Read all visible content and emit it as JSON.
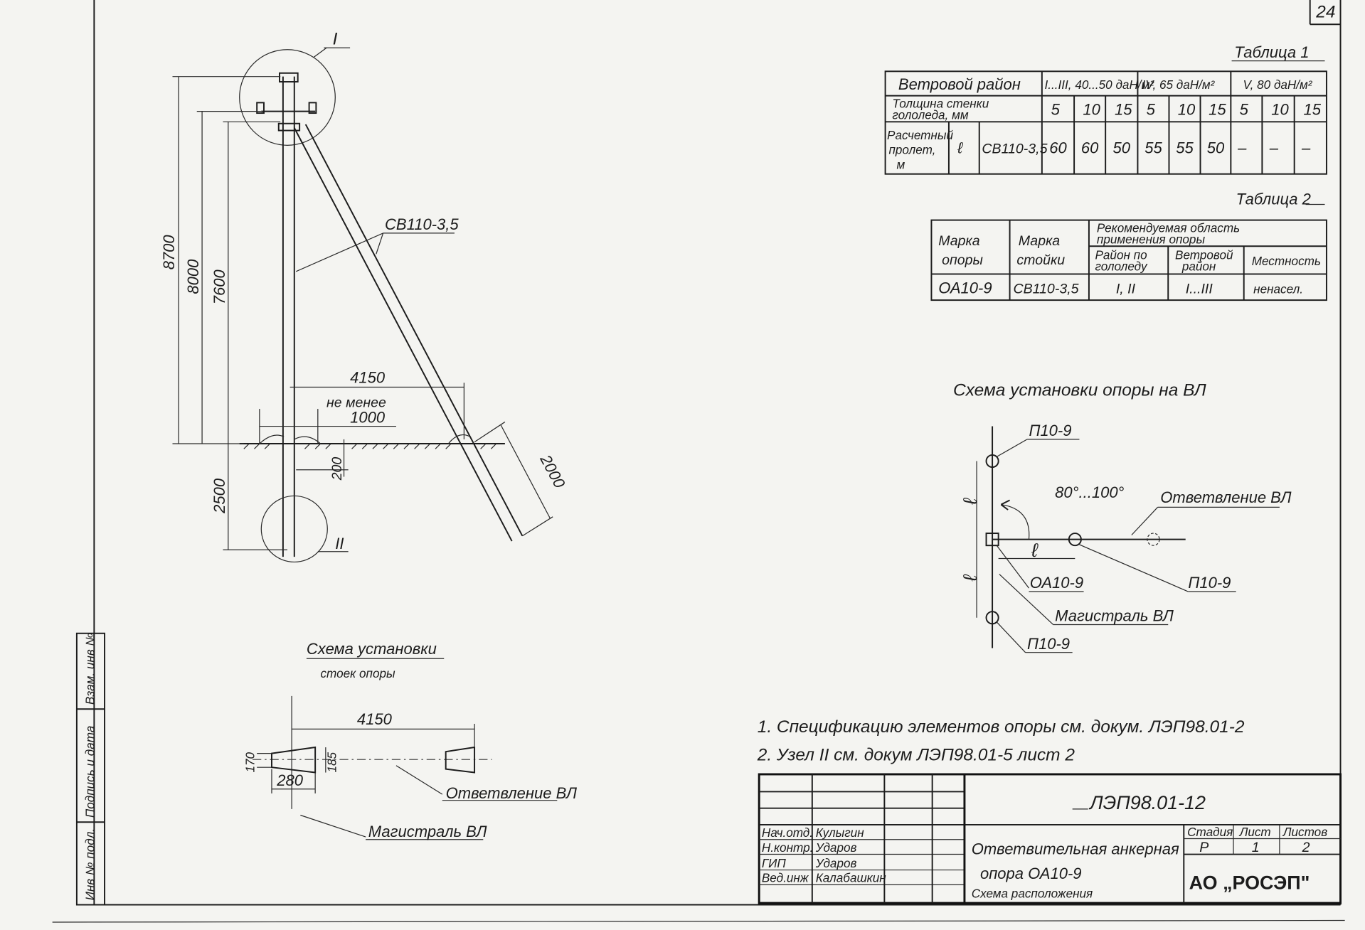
{
  "sheet_number": "24",
  "margin_stamp": [
    "Инв № подл.",
    "Подпись и дата",
    "Взам. инв №"
  ],
  "table1": {
    "caption": "Таблица 1",
    "header": "Ветровой район",
    "wind_groups": [
      "I...III, 40...50 даН/м²",
      "IV, 65 даН/м²",
      "V, 80 даН/м²"
    ],
    "ice_label_1": "Толщина стенки",
    "ice_label_2": "гололеда, мм",
    "ice_values": [
      "5",
      "10",
      "15",
      "5",
      "10",
      "15",
      "5",
      "10",
      "15"
    ],
    "span_label_1": "Расчетный",
    "span_label_2": "пролет,",
    "span_label_3": "м",
    "span_symbol": "ℓ",
    "pole_type": "СВ110-3,5",
    "span_values": [
      "60",
      "60",
      "50",
      "55",
      "55",
      "50",
      "–",
      "–",
      "–"
    ]
  },
  "table2": {
    "caption": "Таблица 2",
    "col_support_1": "Марка",
    "col_support_2": "опоры",
    "col_post_1": "Марка",
    "col_post_2": "стойки",
    "col_group_1": "Рекомендуемая область",
    "col_group_2": "применения опоры",
    "col_ice_1": "Район по",
    "col_ice_2": "гололеду",
    "col_wind_1": "Ветровой",
    "col_wind_2": "район",
    "col_terrain": "Местность",
    "row": [
      "ОА10-9",
      "СВ110-3,5",
      "I, II",
      "I...III",
      "ненасел."
    ]
  },
  "elevation": {
    "node_I": "I",
    "node_II": "II",
    "pole_label": "СВ110-3,5",
    "dim_8700": "8700",
    "dim_8000": "8000",
    "dim_7600": "7600",
    "dim_2500": "2500",
    "dim_4150": "4150",
    "min_label": "не менее",
    "dim_1000": "1000",
    "dim_200": "200",
    "dim_2000": "2000"
  },
  "plan": {
    "title": "Схема установки",
    "subtitle": "стоек опоры",
    "dim_4150": "4150",
    "dim_170": "170",
    "dim_185": "185",
    "dim_280": "280",
    "branch": "Ответвление ВЛ",
    "main": "Магистраль ВЛ"
  },
  "line_scheme": {
    "title": "Схема установки опоры на ВЛ",
    "p_top": "П10-9",
    "angle": "80°...100°",
    "branch": "Ответвление ВЛ",
    "p_right": "П10-9",
    "anchor": "ОА10-9",
    "main": "Магистраль ВЛ",
    "p_bottom": "П10-9",
    "span": "ℓ"
  },
  "notes": [
    "1. Спецификацию элементов опоры см. докум. ЛЭП98.01-2",
    "2. Узел II см. докум ЛЭП98.01-5 лист 2"
  ],
  "title_block": {
    "code": "ЛЭП98.01-12",
    "roles": [
      "Нач.отд.",
      "Н.контр.",
      "ГИП",
      "Вед.инж"
    ],
    "names": [
      "Кулыгин",
      "Ударов",
      "Ударов",
      "Калабашкин"
    ],
    "title_1": "Ответвительная анкерная",
    "title_2": "опора ОА10-9",
    "title_3": "Схема расположения",
    "stage_label": "Стадия",
    "sheet_label": "Лист",
    "sheets_label": "Листов",
    "stage": "Р",
    "sheet": "1",
    "sheets": "2",
    "org": "АО „РОСЭП\""
  }
}
